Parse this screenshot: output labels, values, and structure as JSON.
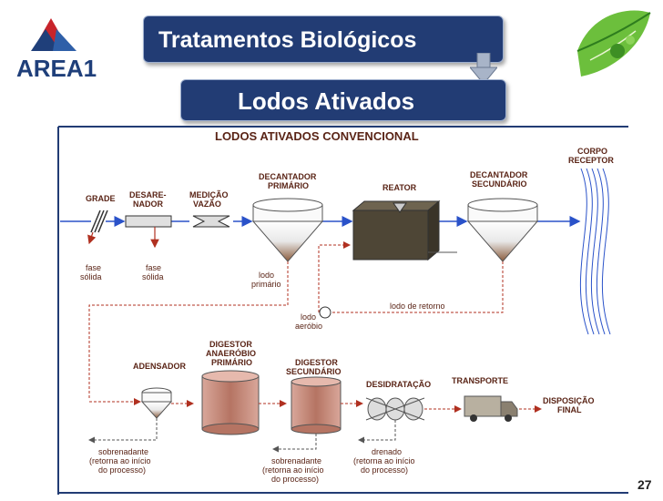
{
  "slide": {
    "logo_text": "AREA1",
    "title": "Tratamentos Biológicos",
    "subtitle": "Lodos Ativados",
    "page_number": "27"
  },
  "diagram": {
    "heading": "LODOS ATIVADOS CONVENCIONAL",
    "corpo_receptor": [
      "CORPO",
      "RECEPTOR"
    ],
    "grade": "GRADE",
    "desarenador": [
      "DESARE-",
      "NADOR"
    ],
    "medicao_vazao": [
      "MEDIÇÃO",
      "VAZÃO"
    ],
    "decantador_primario": [
      "DECANTADOR",
      "PRIMÁRIO"
    ],
    "reator": "REATOR",
    "decantador_secundario": [
      "DECANTADOR",
      "SECUNDÁRIO"
    ],
    "fase_solida_1": [
      "fase",
      "sólida"
    ],
    "fase_solida_2": [
      "fase",
      "sólida"
    ],
    "lodo_primario": [
      "lodo",
      "primário"
    ],
    "lodo_aerobio": [
      "lodo",
      "aeróbio"
    ],
    "lodo_retorno": "lodo de retorno",
    "adensador": "ADENSADOR",
    "digestor_primario": [
      "DIGESTOR",
      "ANAERÓBIO",
      "PRIMÁRIO"
    ],
    "digestor_secundario": [
      "DIGESTOR",
      "SECUNDÁRIO"
    ],
    "desidratacao": "DESIDRATAÇÃO",
    "transporte": "TRANSPORTE",
    "disposicao_final": [
      "DISPOSIÇÃO",
      "FINAL"
    ],
    "sobrenadante_1": [
      "sobrenadante",
      "(retorna ao início",
      "do processo)"
    ],
    "sobrenadante_2": [
      "sobrenadante",
      "(retorna ao início",
      "do processo)"
    ],
    "drenado": [
      "drenado",
      "(retorna ao início",
      "do processo)"
    ]
  },
  "colors": {
    "title_bg": "#223c74",
    "flow_line": "#2a52c9",
    "sludge_line": "#b03020",
    "label": "#5a2416",
    "tank_fill": "#c58a7a"
  }
}
